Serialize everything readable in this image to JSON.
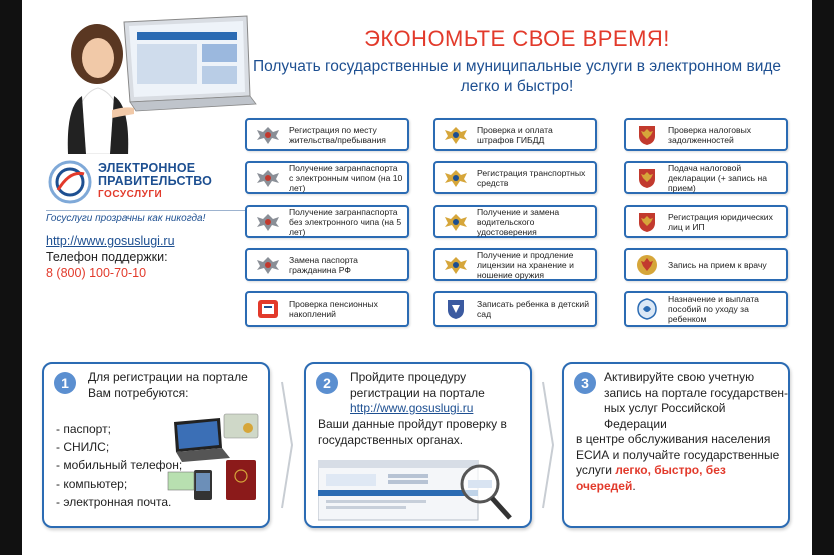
{
  "header": {
    "headline": "ЭКОНОМЬТЕ СВОЕ ВРЕМЯ!",
    "subline_1": "Получать государственные и муниципальные услуги в электронном виде",
    "subline_2": "легко и быстро!"
  },
  "brand": {
    "line1": "ЭЛЕКТРОННОЕ",
    "line2": "ПРАВИТЕЛЬСТВО",
    "line3": "ГОСУСЛУГИ",
    "slogan": "Госуслуги прозрачны как никогда!",
    "site": "http://www.gosuslugi.ru",
    "phone_label": "Телефон поддержки:",
    "phone": "8 (800) 100-70-10"
  },
  "services": [
    {
      "label": "Регистрация по месту жительства/пребывания",
      "icon": "eagle-emblem-icon"
    },
    {
      "label": "Получение загранпаспорта с электронным чипом (на 10 лет)",
      "icon": "eagle-emblem-icon"
    },
    {
      "label": "Получение загранпаспорта без электронного чипа (на 5 лет)",
      "icon": "eagle-emblem-icon"
    },
    {
      "label": "Замена паспорта гражданина РФ",
      "icon": "eagle-emblem-icon"
    },
    {
      "label": "Проверка пенсионных накоплений",
      "icon": "pension-fund-icon"
    },
    {
      "label": "Проверка и оплата штрафов ГИБДД",
      "icon": "police-eagle-icon"
    },
    {
      "label": "Регистрация транспортных средств",
      "icon": "police-eagle-icon"
    },
    {
      "label": "Получение и замена водительского удостоверения",
      "icon": "police-eagle-icon"
    },
    {
      "label": "Получение и продление лицензии на хранение и ношение оружия",
      "icon": "police-eagle-icon"
    },
    {
      "label": "Записать ребенка в детский сад",
      "icon": "regional-coat-of-arms-icon"
    },
    {
      "label": "Проверка налоговых задолженностей",
      "icon": "tax-eagle-icon"
    },
    {
      "label": "Подача налоговой декларации (+ запись на прием)",
      "icon": "tax-eagle-icon"
    },
    {
      "label": "Регистрация юридических лиц и ИП",
      "icon": "tax-eagle-icon"
    },
    {
      "label": "Запись на прием к врачу",
      "icon": "health-emblem-icon"
    },
    {
      "label": "Назначение и выплата пособий по уходу за ребенком",
      "icon": "social-insurance-icon"
    }
  ],
  "steps": {
    "one": {
      "num": "1",
      "intro_1": "Для регистрации на портале",
      "intro_2": "Вам потребуются:",
      "items": [
        "- паспорт;",
        "- СНИЛС;",
        "- мобильный телефон;",
        "- компьютер;",
        "- электронная почта."
      ]
    },
    "two": {
      "num": "2",
      "l1": "Пройдите процедуру",
      "l2": "регистрации на портале",
      "link": "http://www.gosuslugi.ru",
      "l3": "Ваши данные пройдут проверку в",
      "l4": "государственных органах."
    },
    "three": {
      "num": "3",
      "l1": "Активируйте свою учетную",
      "l2": "запись на портале государствен-",
      "l3": "ных услуг Российской Федерации",
      "l4": "в центре обслуживания населения",
      "l5": "ЕСИА",
      "l5b": " и получайте государственные",
      "l6": "услуги ",
      "l6red": "легко, быстро, без очередей",
      "l6end": "."
    }
  },
  "colors": {
    "accent": "#2b6bb3",
    "brand_blue": "#1d4f91",
    "red": "#e23a2b"
  }
}
